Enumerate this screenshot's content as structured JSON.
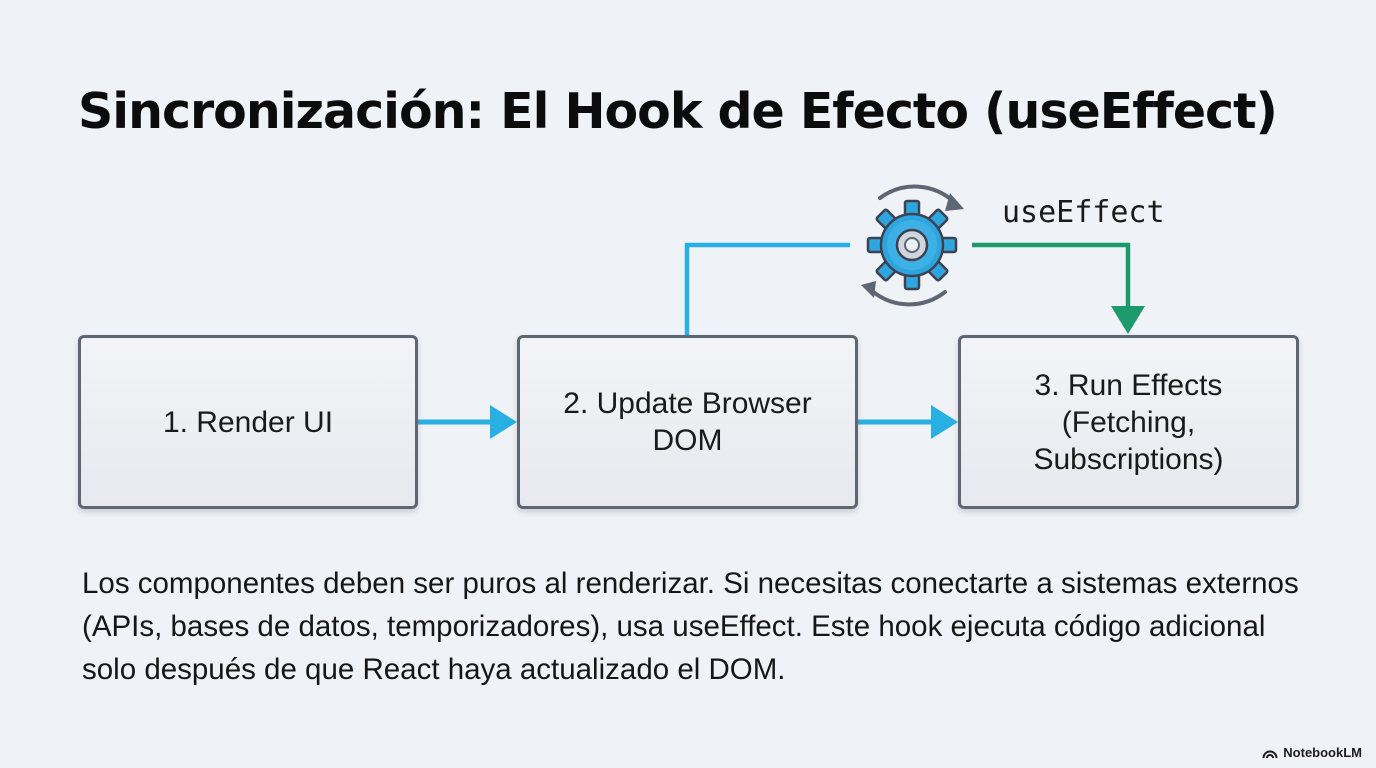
{
  "title": "Sincronización: El Hook de Efecto (useEffect)",
  "steps": [
    {
      "label": "1. Render UI"
    },
    {
      "label": "2. Update Browser\nDOM"
    },
    {
      "label": "3. Run Effects\n(Fetching,\nSubscriptions)"
    }
  ],
  "hook": {
    "label": "useEffect",
    "icon": "gear-cycle-icon"
  },
  "description": "Los componentes deben ser puros al renderizar. Si necesitas conectarte a sistemas externos (APIs, bases de datos, temporizadores), usa useEffect. Este hook ejecuta código adicional solo después de que React haya actualizado el DOM.",
  "brand": {
    "name": "NotebookLM",
    "icon": "notebooklm-logo-icon"
  },
  "colors": {
    "flow_arrow": "#29b0e2",
    "effect_arrow": "#1c9a6c",
    "box_border": "#5f6673",
    "gear_fill": "#2ea5de",
    "background": "#eff2f6"
  }
}
